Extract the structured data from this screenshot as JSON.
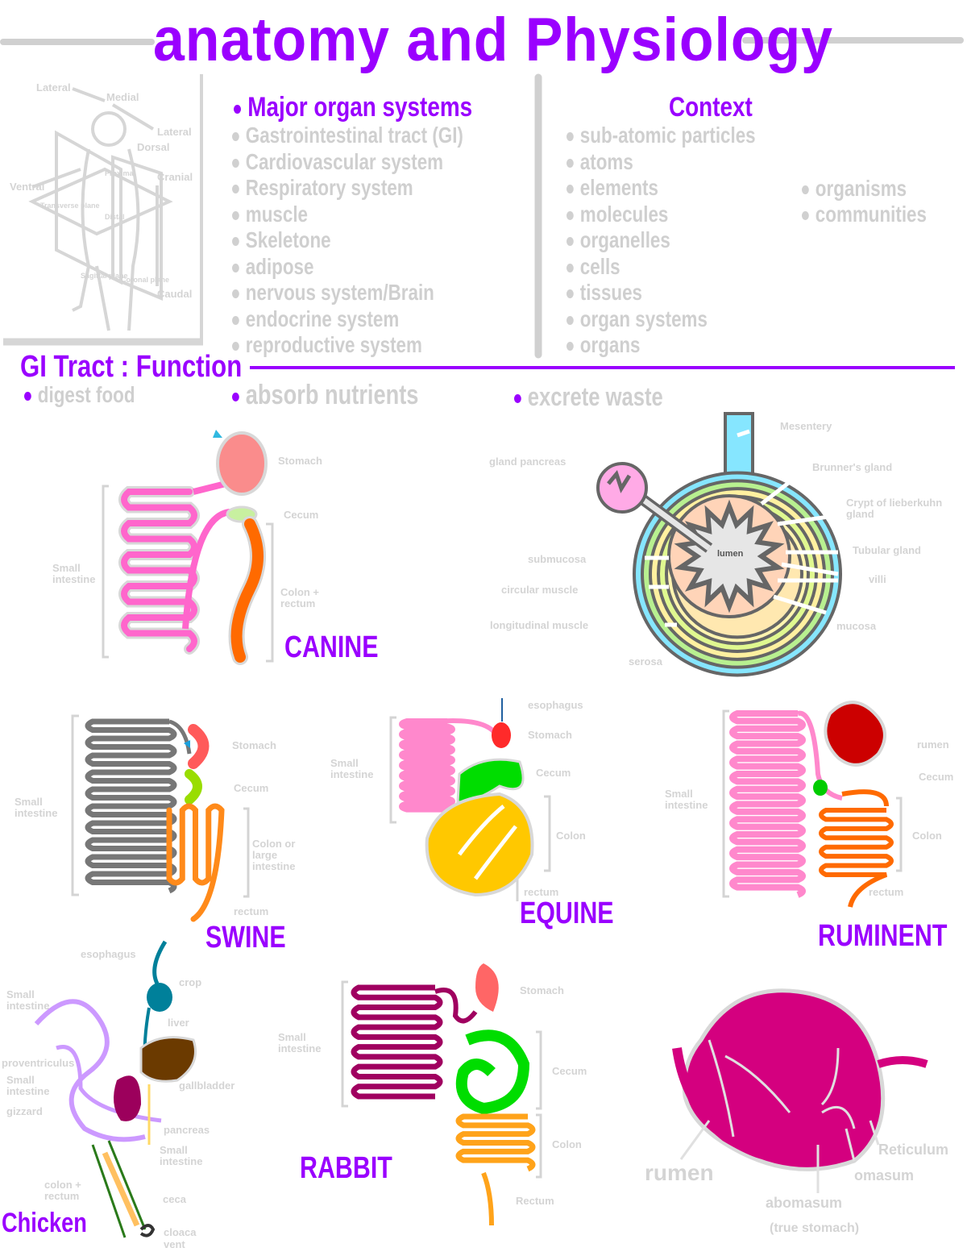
{
  "title": "anatomy and Physiology",
  "organ_systems": {
    "heading": "Major organ systems",
    "items": [
      "Gastrointestinal tract (GI)",
      "Cardiovascular system",
      "Respiratory system",
      "muscle",
      "Skeletone",
      "adipose",
      "nervous system/Brain",
      "endocrine system",
      "reproductive system"
    ]
  },
  "context": {
    "heading": "Context",
    "items": [
      "sub-atomic particles",
      "atoms",
      "elements",
      "molecules",
      "organelles",
      "cells",
      "tissues",
      "organ systems",
      "organs"
    ],
    "items_right": [
      "organisms",
      "communities"
    ]
  },
  "body_diagram": {
    "labels": [
      "Lateral",
      "Medial",
      "Lateral",
      "Dorsal",
      "Ventral",
      "Cranial",
      "Caudal",
      "Proximal",
      "Distal",
      "Transverse plane",
      "Sagittal plane",
      "Coronal plane"
    ]
  },
  "gi_function": {
    "heading": "GI Tract : Function",
    "items": [
      "digest food",
      "absorb nutrients",
      "excrete waste"
    ]
  },
  "canine": {
    "name": "CANINE",
    "labels": [
      "Stomach",
      "Cecum",
      "Small intestine",
      "Colon + rectum"
    ]
  },
  "cross_section": {
    "labels": [
      "Mesentery",
      "gland pancreas",
      "Brunner's gland",
      "Crypt of lieberkuhn gland",
      "Tubular gland",
      "villi",
      "submucosa",
      "circular muscle",
      "longitudinal muscle",
      "mucosa",
      "serosa",
      "lumen"
    ]
  },
  "swine": {
    "name": "SWINE",
    "labels": [
      "Stomach",
      "Cecum",
      "Small intestine",
      "Colon or large intestine",
      "rectum"
    ]
  },
  "equine": {
    "name": "EQUINE",
    "labels": [
      "esophagus",
      "Stomach",
      "Small intestine",
      "Cecum",
      "Colon",
      "rectum"
    ]
  },
  "ruminant": {
    "name": "RUMINENT",
    "labels": [
      "rumen",
      "Cecum",
      "Small intestine",
      "Colon",
      "rectum"
    ]
  },
  "chicken": {
    "name": "Chicken",
    "labels": [
      "esophagus",
      "crop",
      "Small intestine",
      "liver",
      "proventriculus",
      "Small intestine",
      "gizzard",
      "gallbladder",
      "pancreas",
      "Small intestine",
      "colon + rectum",
      "ceca",
      "cloaca",
      "vent"
    ]
  },
  "rabbit": {
    "name": "RABBIT",
    "labels": [
      "Stomach",
      "Small intestine",
      "Cecum",
      "Colon",
      "Rectum"
    ]
  },
  "ruminant_stomach": {
    "labels": [
      "rumen",
      "Reticulum",
      "omasum",
      "abomasum",
      "(true stomach)"
    ]
  },
  "colors": {
    "accent": "#9a00ff",
    "label_grey": "#d0d0d0",
    "canine_si": "#ff66cc",
    "colon": "#ff6a00",
    "cecum_green": "#00dd00",
    "equine_colon": "#ffc800",
    "rumen": "#cc0000",
    "abomasum": "#d4007f",
    "liver": "#6b3a00",
    "gizzard": "#9c005c",
    "crop": "#00809a"
  }
}
